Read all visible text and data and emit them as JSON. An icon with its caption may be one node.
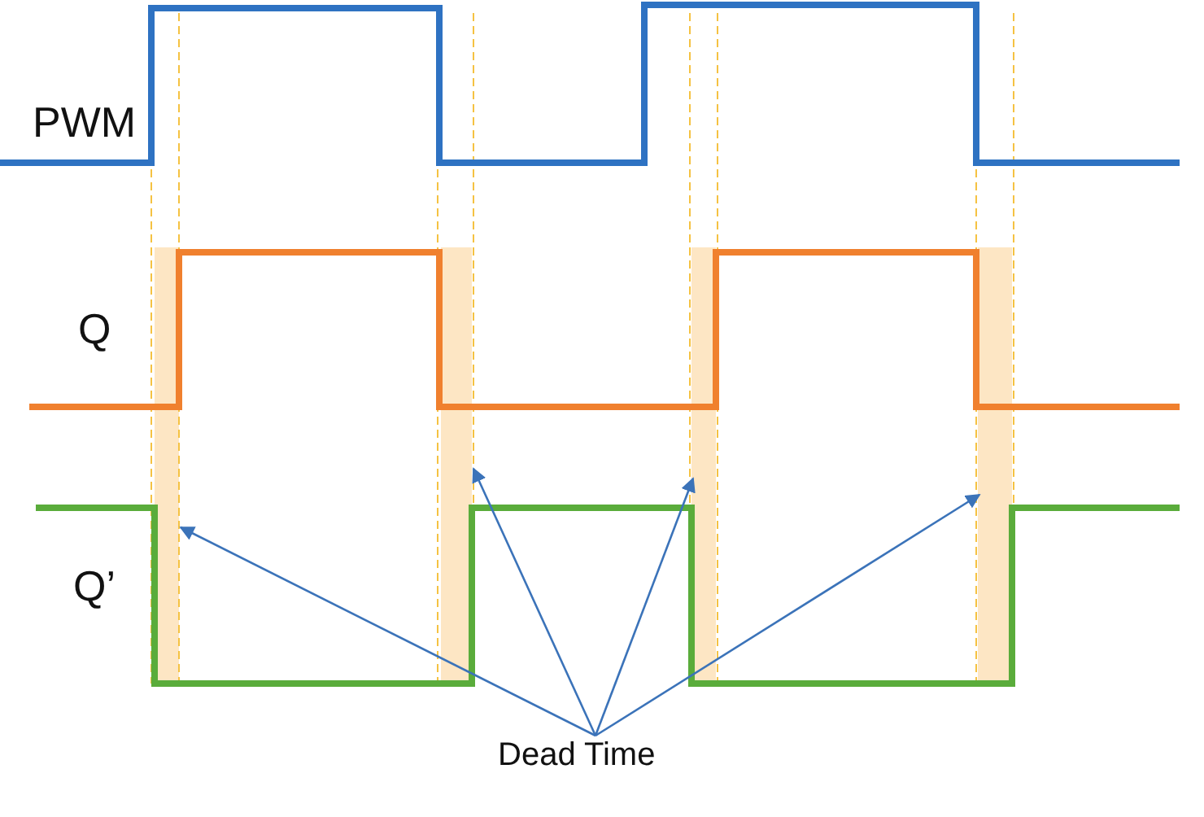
{
  "diagram": {
    "nodes": [
      {
        "text": [],
        "shape": "bar"
      },
      {
        "text": [],
        "shape": "bar"
      },
      {
        "text": [],
        "shape": "bar"
      },
      {
        "text": [],
        "shape": "bar"
      },
      {
        "text": [
          "Dead Time"
        ]
      }
    ],
    "edges": [
      {
        "from": 4,
        "to": 0,
        "arrow": "to"
      },
      {
        "from": 4,
        "to": 1,
        "arrow": "to"
      },
      {
        "from": 4,
        "to": 2,
        "arrow": "to"
      },
      {
        "from": 4,
        "to": 3,
        "arrow": "to"
      }
    ],
    "labels": [
      "PWM",
      "Q",
      "Q’"
    ]
  }
}
